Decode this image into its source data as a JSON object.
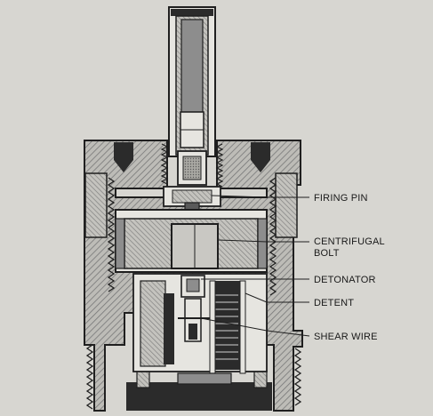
{
  "labels": {
    "firing_pin": "FIRING PIN",
    "centrifugal_line1": "CENTRIFUGAL",
    "centrifugal_line2": "BOLT",
    "detonator": "DETONATOR",
    "detent": "DETENT",
    "shear_wire": "SHEAR WIRE"
  },
  "colors": {
    "paper": "#d7d6d1",
    "ink": "#1f1f1f",
    "hatch": "#6e6e6e",
    "dark_fill": "#2b2b2b",
    "mid_fill": "#8d8d8d"
  }
}
